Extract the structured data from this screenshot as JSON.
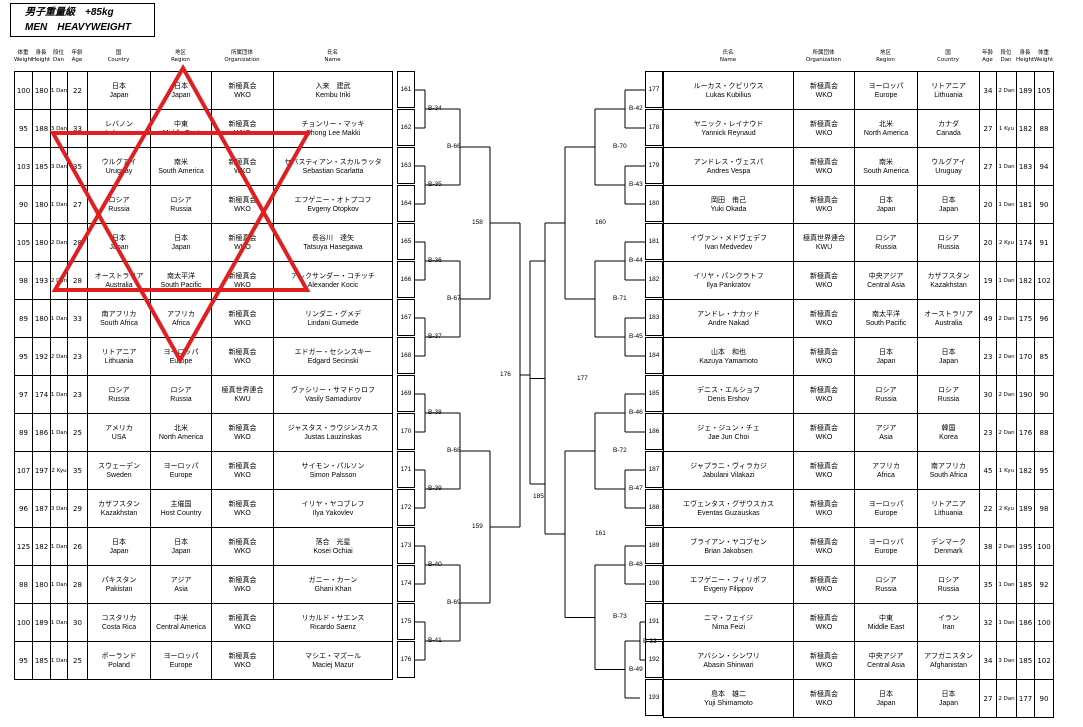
{
  "title": {
    "line1": "男子重量級　+85kg",
    "line2": "MEN　HEAVYWEIGHT"
  },
  "headers_left": [
    {
      "jp": "体重",
      "en": "Weight"
    },
    {
      "jp": "身長",
      "en": "Height"
    },
    {
      "jp": "段位",
      "en": "Dan"
    },
    {
      "jp": "年齢",
      "en": "Age"
    },
    {
      "jp": "国",
      "en": "Country"
    },
    {
      "jp": "地区",
      "en": "Region"
    },
    {
      "jp": "所属団体",
      "en": "Organization"
    },
    {
      "jp": "氏名",
      "en": "Name"
    }
  ],
  "headers_right": [
    {
      "jp": "氏名",
      "en": "Name"
    },
    {
      "jp": "所属団体",
      "en": "Organization"
    },
    {
      "jp": "地区",
      "en": "Region"
    },
    {
      "jp": "国",
      "en": "Country"
    },
    {
      "jp": "年齢",
      "en": "Age"
    },
    {
      "jp": "段位",
      "en": "Dan"
    },
    {
      "jp": "身長",
      "en": "Height"
    },
    {
      "jp": "体重",
      "en": "Weight"
    }
  ],
  "left_players": [
    {
      "seed": "161",
      "weight": "100",
      "height": "180",
      "dan": "1 Dan",
      "age": "22",
      "country_jp": "日本",
      "country_en": "Japan",
      "region_jp": "日本",
      "region_en": "Japan",
      "org_jp": "新極真会",
      "org_en": "WKO",
      "name_jp": "入来　建武",
      "name_en": "Kembu Iriki"
    },
    {
      "seed": "162",
      "weight": "95",
      "height": "188",
      "dan": "3 Dan",
      "age": "33",
      "country_jp": "レバノン",
      "country_en": "Lebanon",
      "region_jp": "中東",
      "region_en": "Middle East",
      "org_jp": "新極真会",
      "org_en": "WKO",
      "name_jp": "チョンリー・マッキ",
      "name_en": "Chong Lee Makki"
    },
    {
      "seed": "163",
      "weight": "103",
      "height": "185",
      "dan": "3 Dan",
      "age": "35",
      "country_jp": "ウルグアイ",
      "country_en": "Uruguay",
      "region_jp": "南米",
      "region_en": "South America",
      "org_jp": "新極真会",
      "org_en": "WKO",
      "name_jp": "セバスティアン・スカルラッタ",
      "name_en": "Sebastian Scarlatta"
    },
    {
      "seed": "164",
      "weight": "90",
      "height": "180",
      "dan": "1 Dan",
      "age": "27",
      "country_jp": "ロシア",
      "country_en": "Russia",
      "region_jp": "ロシア",
      "region_en": "Russia",
      "org_jp": "新極真会",
      "org_en": "WKO",
      "name_jp": "エフゲニー・オトプコフ",
      "name_en": "Evgeny Otopkov"
    },
    {
      "seed": "165",
      "weight": "105",
      "height": "180",
      "dan": "2 Dan",
      "age": "28",
      "country_jp": "日本",
      "country_en": "Japan",
      "region_jp": "日本",
      "region_en": "Japan",
      "org_jp": "新極真会",
      "org_en": "WKO",
      "name_jp": "長谷川　達矢",
      "name_en": "Tatsuya Hasegawa"
    },
    {
      "seed": "166",
      "weight": "98",
      "height": "193",
      "dan": "2 Dan",
      "age": "28",
      "country_jp": "オーストラリア",
      "country_en": "Australia",
      "region_jp": "南太平洋",
      "region_en": "South Pacific",
      "org_jp": "新極真会",
      "org_en": "WKO",
      "name_jp": "アレクサンダー・コチッチ",
      "name_en": "Alexander Kocic"
    },
    {
      "seed": "167",
      "weight": "89",
      "height": "180",
      "dan": "1 Dan",
      "age": "33",
      "country_jp": "南アフリカ",
      "country_en": "South Africa",
      "region_jp": "アフリカ",
      "region_en": "Africa",
      "org_jp": "新極真会",
      "org_en": "WKO",
      "name_jp": "リンダニ・グメデ",
      "name_en": "Lindani Gumede"
    },
    {
      "seed": "168",
      "weight": "95",
      "height": "192",
      "dan": "2 Dan",
      "age": "23",
      "country_jp": "リトアニア",
      "country_en": "Lithuania",
      "region_jp": "ヨーロッパ",
      "region_en": "Europe",
      "org_jp": "新極真会",
      "org_en": "WKO",
      "name_jp": "エドガー・セシンスキー",
      "name_en": "Edgard Secinski"
    },
    {
      "seed": "169",
      "weight": "97",
      "height": "174",
      "dan": "1 Dan",
      "age": "23",
      "country_jp": "ロシア",
      "country_en": "Russia",
      "region_jp": "ロシア",
      "region_en": "Russia",
      "org_jp": "極真世界連合",
      "org_en": "KWU",
      "name_jp": "ヴァシリー・サマドゥロフ",
      "name_en": "Vasily Samadurov"
    },
    {
      "seed": "170",
      "weight": "89",
      "height": "186",
      "dan": "1 Dan",
      "age": "25",
      "country_jp": "アメリカ",
      "country_en": "USA",
      "region_jp": "北米",
      "region_en": "North America",
      "org_jp": "新極真会",
      "org_en": "WKO",
      "name_jp": "ジャスタス・ラウジンスカス",
      "name_en": "Justas Lauzinskas"
    },
    {
      "seed": "171",
      "weight": "107",
      "height": "197",
      "dan": "2 Kyu",
      "age": "35",
      "country_jp": "スウェーデン",
      "country_en": "Sweden",
      "region_jp": "ヨーロッパ",
      "region_en": "Europe",
      "org_jp": "新極真会",
      "org_en": "WKO",
      "name_jp": "サイモン・パルソン",
      "name_en": "Simon Palsson"
    },
    {
      "seed": "172",
      "weight": "96",
      "height": "187",
      "dan": "3 Dan",
      "age": "29",
      "country_jp": "カザフスタン",
      "country_en": "Kazakhstan",
      "region_jp": "主催国",
      "region_en": "Host Country",
      "org_jp": "新極真会",
      "org_en": "WKO",
      "name_jp": "イリヤ・ヤコブレフ",
      "name_en": "Ilya Yakovlev"
    },
    {
      "seed": "173",
      "weight": "125",
      "height": "182",
      "dan": "1 Dan",
      "age": "26",
      "country_jp": "日本",
      "country_en": "Japan",
      "region_jp": "日本",
      "region_en": "Japan",
      "org_jp": "新極真会",
      "org_en": "WKO",
      "name_jp": "落合　光星",
      "name_en": "Kosei Ochiai"
    },
    {
      "seed": "174",
      "weight": "88",
      "height": "180",
      "dan": "1 Dan",
      "age": "28",
      "country_jp": "パキスタン",
      "country_en": "Pakistan",
      "region_jp": "アジア",
      "region_en": "Asia",
      "org_jp": "新極真会",
      "org_en": "WKO",
      "name_jp": "ガニー・カーン",
      "name_en": "Ghani Khan"
    },
    {
      "seed": "175",
      "weight": "100",
      "height": "189",
      "dan": "1 Dan",
      "age": "30",
      "country_jp": "コスタリカ",
      "country_en": "Costa Rica",
      "region_jp": "中米",
      "region_en": "Central America",
      "org_jp": "新極真会",
      "org_en": "WKO",
      "name_jp": "リカルド・サエンス",
      "name_en": "Ricardo Saenz"
    },
    {
      "seed": "176",
      "weight": "95",
      "height": "185",
      "dan": "1 Dan",
      "age": "25",
      "country_jp": "ポーランド",
      "country_en": "Poland",
      "region_jp": "ヨーロッパ",
      "region_en": "Europe",
      "org_jp": "新極真会",
      "org_en": "WKO",
      "name_jp": "マシエ・マズール",
      "name_en": "Maciej Mazur"
    }
  ],
  "right_players": [
    {
      "seed": "177",
      "weight": "105",
      "height": "189",
      "dan": "2 Dan",
      "age": "34",
      "country_jp": "リトアニア",
      "country_en": "Lithuania",
      "region_jp": "ヨーロッパ",
      "region_en": "Europe",
      "org_jp": "新極真会",
      "org_en": "WKO",
      "name_jp": "ルーカス・クビリウス",
      "name_en": "Lukas Kubilius"
    },
    {
      "seed": "178",
      "weight": "88",
      "height": "182",
      "dan": "1 Kyu",
      "age": "27",
      "country_jp": "カナダ",
      "country_en": "Canada",
      "region_jp": "北米",
      "region_en": "North America",
      "org_jp": "新極真会",
      "org_en": "WKO",
      "name_jp": "ヤニック・レイナウド",
      "name_en": "Yannick Reynaud"
    },
    {
      "seed": "179",
      "weight": "94",
      "height": "183",
      "dan": "1 Dan",
      "age": "27",
      "country_jp": "ウルグアイ",
      "country_en": "Uruguay",
      "region_jp": "南米",
      "region_en": "South America",
      "org_jp": "新極真会",
      "org_en": "WKO",
      "name_jp": "アンドレス・ヴェスパ",
      "name_en": "Andres Vespa"
    },
    {
      "seed": "180",
      "weight": "90",
      "height": "181",
      "dan": "1 Dan",
      "age": "20",
      "country_jp": "日本",
      "country_en": "Japan",
      "region_jp": "日本",
      "region_en": "Japan",
      "org_jp": "新極真会",
      "org_en": "WKO",
      "name_jp": "岡田　侑己",
      "name_en": "Yuki Okada"
    },
    {
      "seed": "181",
      "weight": "91",
      "height": "174",
      "dan": "2 Kyu",
      "age": "20",
      "country_jp": "ロシア",
      "country_en": "Russia",
      "region_jp": "ロシア",
      "region_en": "Russia",
      "org_jp": "極真世界連合",
      "org_en": "KWU",
      "name_jp": "イヴァン・メドヴェデフ",
      "name_en": "Ivan Medvedev"
    },
    {
      "seed": "182",
      "weight": "102",
      "height": "182",
      "dan": "1 Dan",
      "age": "19",
      "country_jp": "カザフスタン",
      "country_en": "Kazakhstan",
      "region_jp": "中央アジア",
      "region_en": "Central Asia",
      "org_jp": "新極真会",
      "org_en": "WKO",
      "name_jp": "イリヤ・パンクラトフ",
      "name_en": "Ilya Pankratov"
    },
    {
      "seed": "183",
      "weight": "96",
      "height": "175",
      "dan": "2 Dan",
      "age": "49",
      "country_jp": "オーストラリア",
      "country_en": "Australia",
      "region_jp": "南太平洋",
      "region_en": "South Pacific",
      "org_jp": "新極真会",
      "org_en": "WKO",
      "name_jp": "アンドレ・ナカッド",
      "name_en": "Andre Nakad"
    },
    {
      "seed": "184",
      "weight": "85",
      "height": "170",
      "dan": "2 Dan",
      "age": "23",
      "country_jp": "日本",
      "country_en": "Japan",
      "region_jp": "日本",
      "region_en": "Japan",
      "org_jp": "新極真会",
      "org_en": "WKO",
      "name_jp": "山本　和也",
      "name_en": "Kazuya Yamamoto"
    },
    {
      "seed": "185",
      "weight": "90",
      "height": "190",
      "dan": "2 Dan",
      "age": "30",
      "country_jp": "ロシア",
      "country_en": "Russia",
      "region_jp": "ロシア",
      "region_en": "Russia",
      "org_jp": "新極真会",
      "org_en": "WKO",
      "name_jp": "デニス・エルショフ",
      "name_en": "Denis Ershov"
    },
    {
      "seed": "186",
      "weight": "88",
      "height": "176",
      "dan": "2 Dan",
      "age": "23",
      "country_jp": "韓国",
      "country_en": "Korea",
      "region_jp": "アジア",
      "region_en": "Asia",
      "org_jp": "新極真会",
      "org_en": "WKO",
      "name_jp": "ジェ・ジュン・チェ",
      "name_en": "Jae Jun Choi"
    },
    {
      "seed": "187",
      "weight": "95",
      "height": "182",
      "dan": "1 Kyu",
      "age": "45",
      "country_jp": "南アフリカ",
      "country_en": "South Africa",
      "region_jp": "アフリカ",
      "region_en": "Africa",
      "org_jp": "新極真会",
      "org_en": "WKO",
      "name_jp": "ジャブラニ・ヴィラカジ",
      "name_en": "Jabulani Vilakazi"
    },
    {
      "seed": "188",
      "weight": "98",
      "height": "189",
      "dan": "2 Kyu",
      "age": "22",
      "country_jp": "リトアニア",
      "country_en": "Lithuania",
      "region_jp": "ヨーロッパ",
      "region_en": "Europe",
      "org_jp": "新極真会",
      "org_en": "WKO",
      "name_jp": "エヴェンタス・グザウスカス",
      "name_en": "Eventas Guzauskas"
    },
    {
      "seed": "189",
      "weight": "100",
      "height": "195",
      "dan": "2 Dan",
      "age": "38",
      "country_jp": "デンマーク",
      "country_en": "Denmark",
      "region_jp": "ヨーロッパ",
      "region_en": "Europe",
      "org_jp": "新極真会",
      "org_en": "WKO",
      "name_jp": "ブライアン・ヤコブセン",
      "name_en": "Brian Jakobsen"
    },
    {
      "seed": "190",
      "weight": "92",
      "height": "185",
      "dan": "1 Dan",
      "age": "35",
      "country_jp": "ロシア",
      "country_en": "Russia",
      "region_jp": "ロシア",
      "region_en": "Russia",
      "org_jp": "新極真会",
      "org_en": "WKO",
      "name_jp": "エフゲニー・フィリポフ",
      "name_en": "Evgeny Filippov"
    },
    {
      "seed": "191",
      "weight": "100",
      "height": "186",
      "dan": "1 Dan",
      "age": "32",
      "country_jp": "イラン",
      "country_en": "Iran",
      "region_jp": "中東",
      "region_en": "Middle East",
      "org_jp": "新極真会",
      "org_en": "WKO",
      "name_jp": "ニマ・フェイジ",
      "name_en": "Nima Feizi"
    },
    {
      "seed": "192",
      "weight": "102",
      "height": "185",
      "dan": "3 Dan",
      "age": "34",
      "country_jp": "アフガニスタン",
      "country_en": "Afghanistan",
      "region_jp": "中央アジア",
      "region_en": "Central Asia",
      "org_jp": "新極真会",
      "org_en": "WKO",
      "name_jp": "アバシン・シンワリ",
      "name_en": "Abasin Shinwari"
    },
    {
      "seed": "193",
      "weight": "90",
      "height": "177",
      "dan": "2 Dan",
      "age": "27",
      "country_jp": "日本",
      "country_en": "Japan",
      "region_jp": "日本",
      "region_en": "Japan",
      "org_jp": "新極真会",
      "org_en": "WKO",
      "name_jp": "島本　雄二",
      "name_en": "Yuji Shimamoto"
    }
  ],
  "bracket": {
    "left_r1": [
      "B-34",
      "B-35",
      "B-36",
      "B-37",
      "B-38",
      "B-39",
      "B-40",
      "B-41"
    ],
    "left_r2": [
      "B-66",
      "B-67",
      "B-68",
      "B-69"
    ],
    "left_r3": [
      "158",
      "159"
    ],
    "left_r4": "176",
    "final": "185",
    "right_r4": "177",
    "right_r3": [
      "160",
      "161"
    ],
    "right_r2": [
      "B-70",
      "B-71",
      "B-72",
      "B-73"
    ],
    "right_r1": [
      "B-42",
      "B-43",
      "B-44",
      "B-45",
      "B-46",
      "B-47",
      "B-48",
      "B-49"
    ],
    "right_pre": "B-33"
  },
  "annotation": {
    "shape": "hexagram",
    "color": "#e02020"
  }
}
